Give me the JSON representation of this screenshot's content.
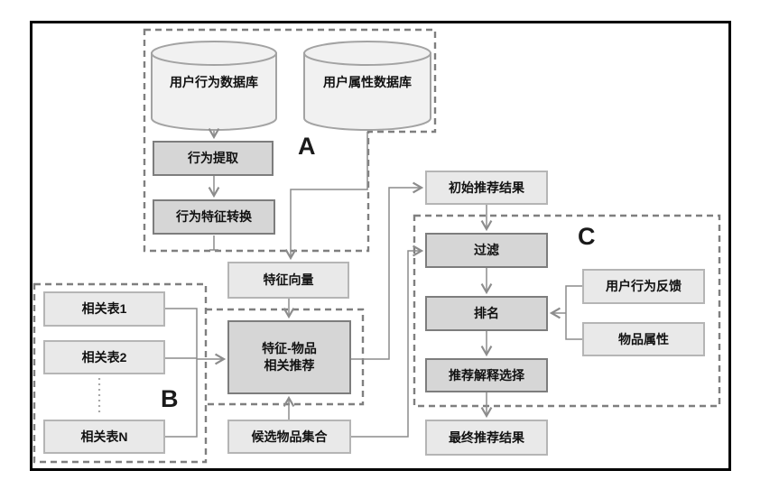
{
  "diagram": {
    "regions": {
      "a": {
        "label": "A"
      },
      "b": {
        "label": "B"
      },
      "c": {
        "label": "C"
      }
    },
    "nodes": {
      "user_behavior_db": {
        "label": "用户行为数据库",
        "shape": "cylinder"
      },
      "user_attr_db": {
        "label": "用户属性数据库",
        "shape": "cylinder"
      },
      "behavior_extract": {
        "label": "行为提取"
      },
      "behavior_feature_convert": {
        "label": "行为特征转换"
      },
      "feature_vector": {
        "label": "特征向量"
      },
      "initial_result": {
        "label": "初始推荐结果"
      },
      "related_table_1": {
        "label": "相关表1"
      },
      "related_table_2": {
        "label": "相关表2"
      },
      "related_table_n": {
        "label": "相关表N"
      },
      "feature_item_rec": {
        "label": "特征-物品\n相关推荐"
      },
      "candidate_items": {
        "label": "候选物品集合"
      },
      "filter": {
        "label": "过滤"
      },
      "rank": {
        "label": "排名"
      },
      "explain_select": {
        "label": "推荐解释选择"
      },
      "final_result": {
        "label": "最终推荐结果"
      },
      "behavior_feedback": {
        "label": "用户行为反馈"
      },
      "item_attrs": {
        "label": "物品属性"
      }
    },
    "colors": {
      "process_fill": "#d6d6d6",
      "process_border": "#7d7d7d",
      "data_fill": "#e9e9e9",
      "data_border": "#b5b5b5",
      "cylinder_fill": "#f1f1f1",
      "cylinder_border": "#a3a3a3",
      "dashed_border": "#7f7f7f",
      "connector": "#8c8c8c",
      "frame": "#000000"
    }
  }
}
